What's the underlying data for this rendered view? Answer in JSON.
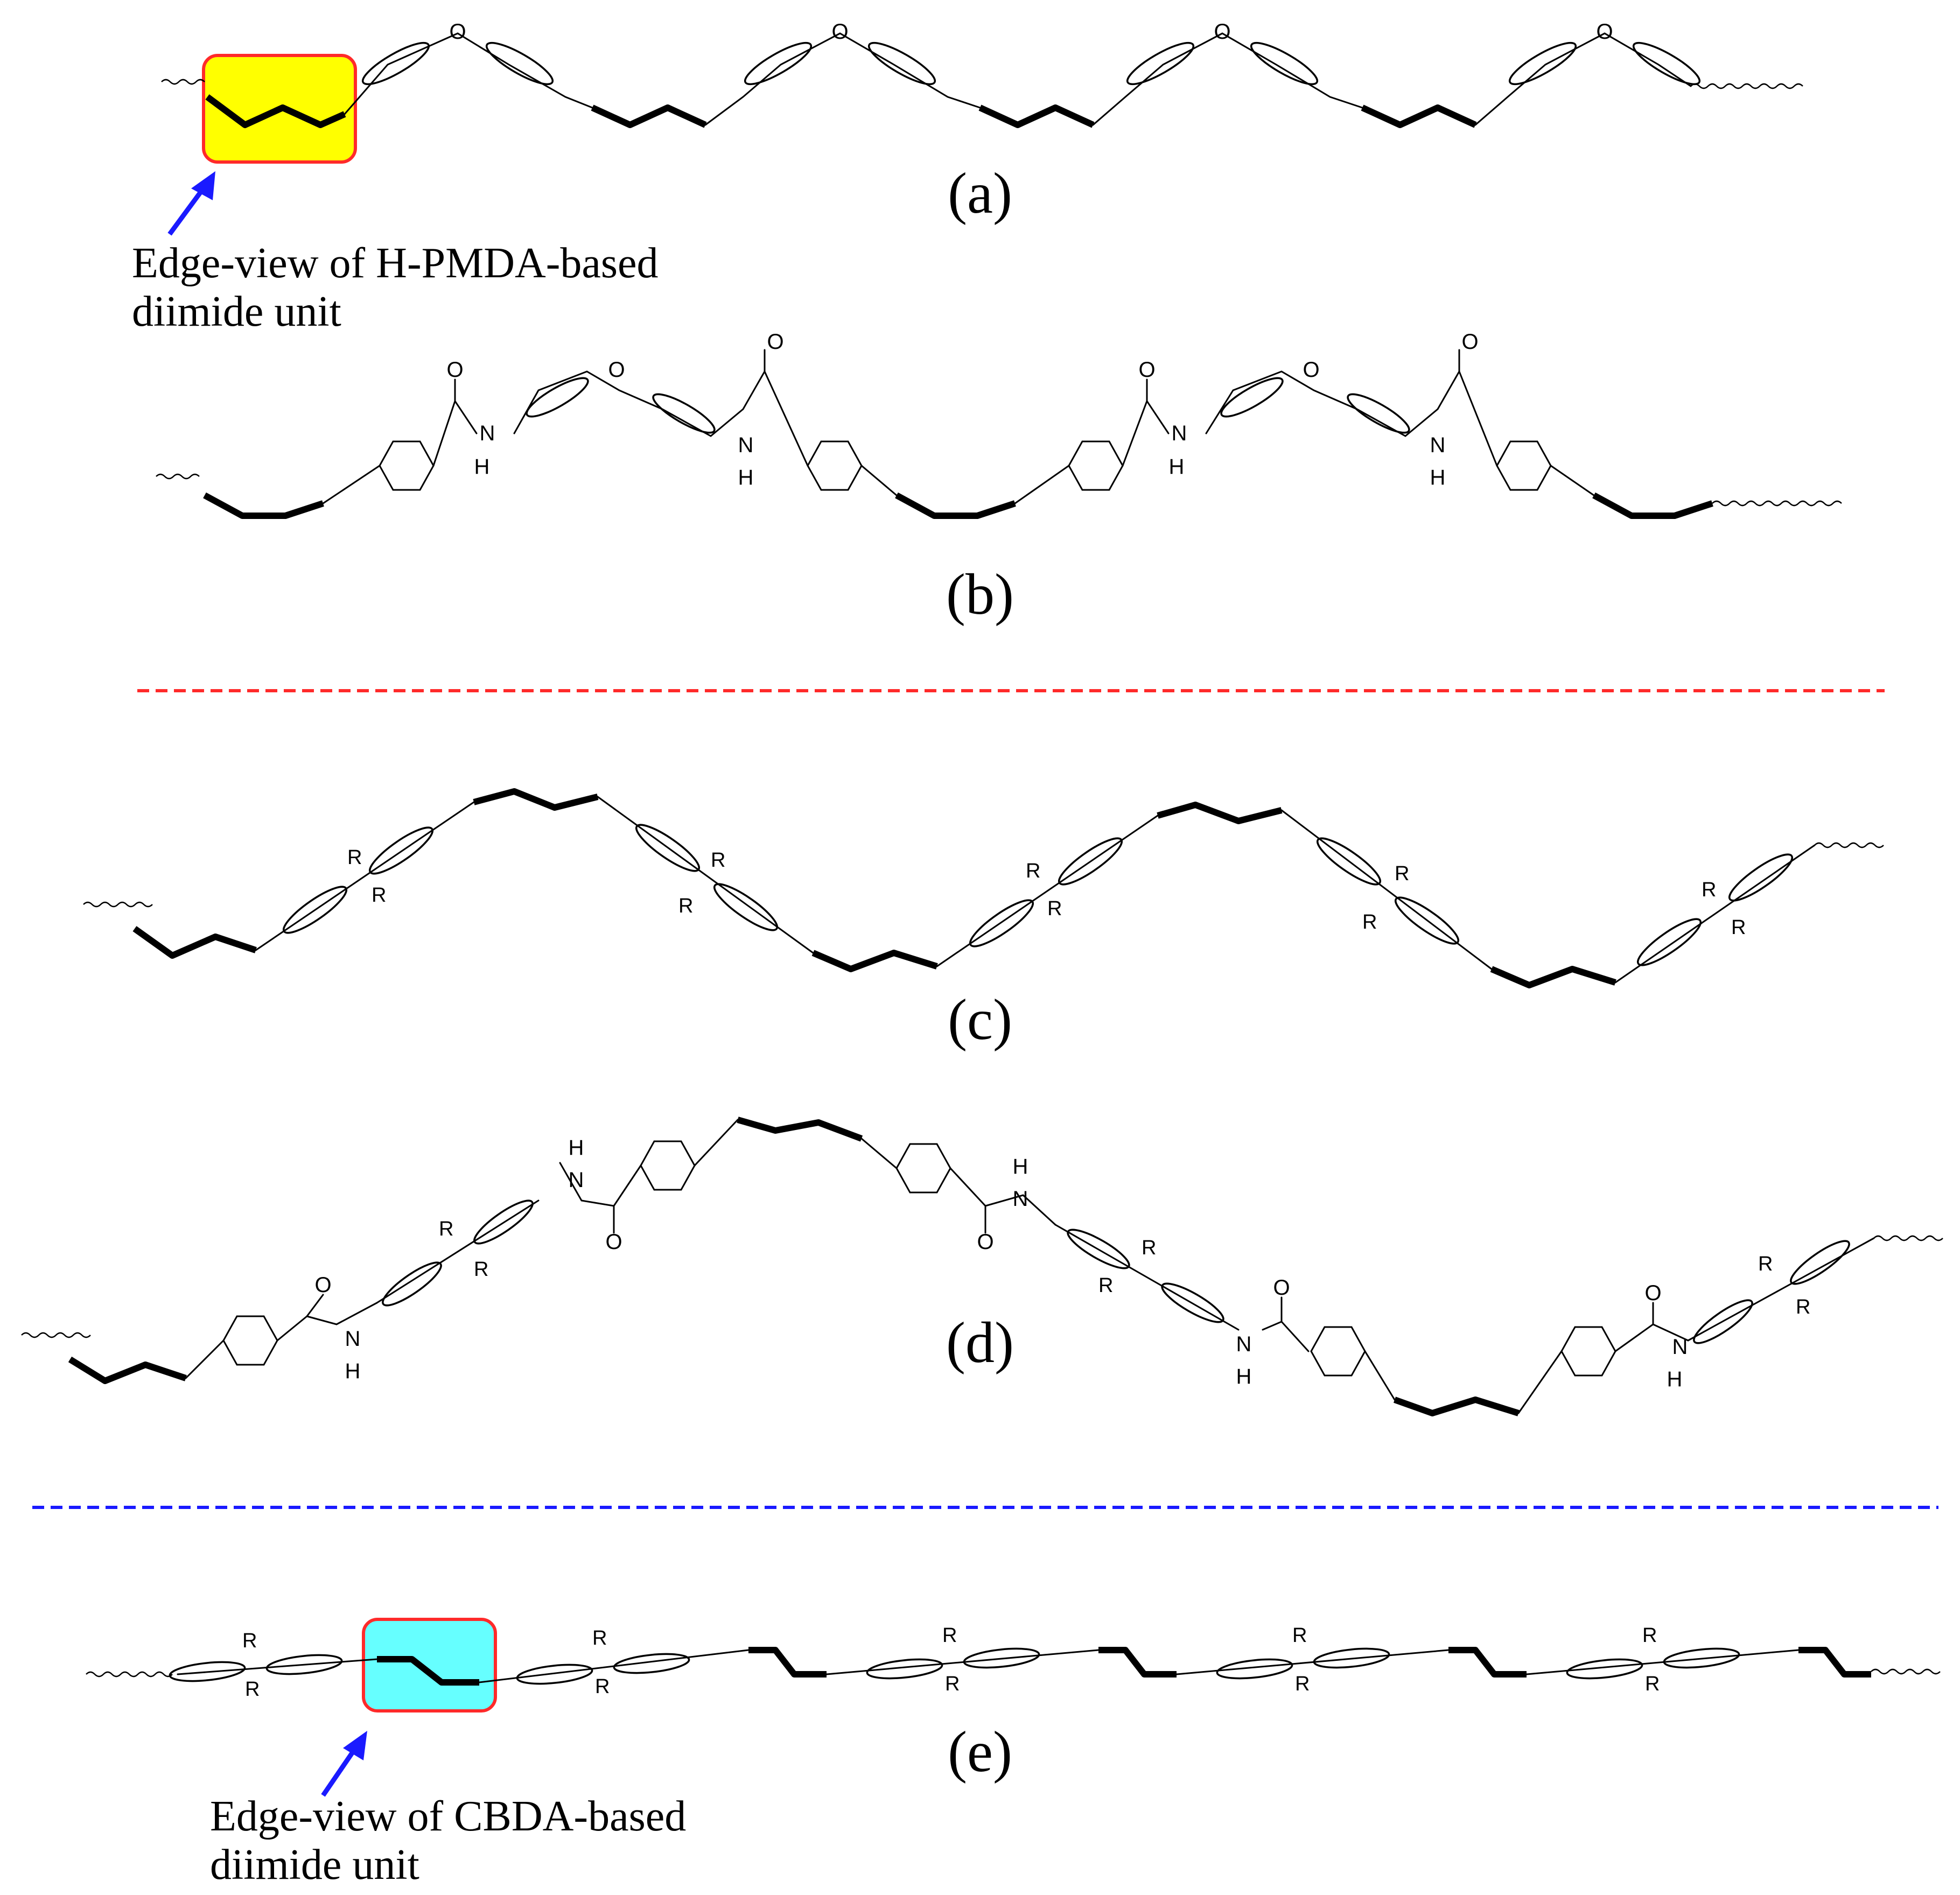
{
  "panels": {
    "a": {
      "label": "(a)"
    },
    "b": {
      "label": "(b)"
    },
    "c": {
      "label": "(c)"
    },
    "d": {
      "label": "(d)"
    },
    "e": {
      "label": "(e)"
    }
  },
  "annotations": {
    "hpmda_line1": "Edge-view of H-PMDA-based",
    "hpmda_line2": "diimide unit",
    "cbda_line1": "Edge-view of CBDA-based",
    "cbda_line2": "diimide unit"
  },
  "atoms": {
    "oxygen": "O",
    "nitrogen": "N",
    "hydrogen": "H",
    "substituent": "R"
  },
  "colors": {
    "hpmda_highlight_fill": "#ffff00",
    "cbda_highlight_fill": "#66ffff",
    "highlight_border": "#ff2a2a",
    "arrow": "#1a1aff",
    "separator_top": "#ff2a2a",
    "separator_bottom": "#1a1aff"
  }
}
